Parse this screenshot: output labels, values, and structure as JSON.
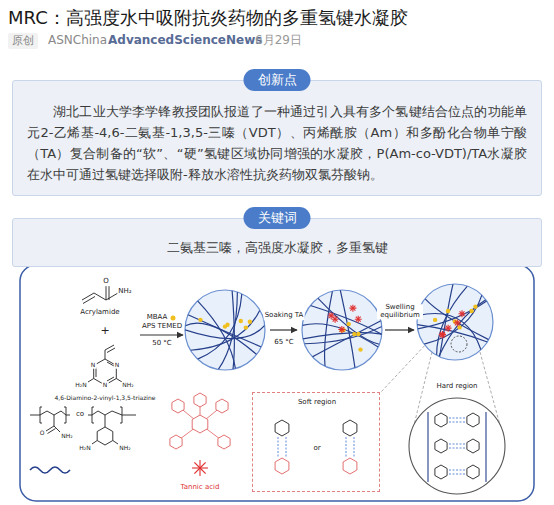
{
  "diagram": {
    "title": "MRC：高强度水中吸附抗炎药物的多重氢键水凝胶",
    "nodes": [
      {
        "text": [
          "原创"
        ]
      },
      {
        "text": [
          "湖北工业大学李学锋教授团队报道了一种通过引入具有多个氢键结合位点的功能单元2-乙烯基-4,6-二氨基-1,3,5-三嗪（VDT）、丙烯酰胺（Am）和多酚化合物单宁酸（TA）复合制备的“软”、“硬”氢键区域协同增强的水凝胶，P(Am-co-VDT)/TA水凝胶在水中可通过氢键选择吸附-释放水溶性抗炎药物双氯芬酸钠。"
        ]
      },
      {
        "text": [
          "创新点"
        ],
        "in": 1
      },
      {
        "text": [
          "二氨基三嗪，高强度水凝胶，多重氢键"
        ]
      },
      {
        "text": [
          "关键词"
        ],
        "in": 3
      },
      {
        "text": [
          "Soft region",
          "or"
        ]
      },
      {
        "text": [
          "Hard region"
        ]
      }
    ],
    "labels": [
      "ASNChina",
      "AdvancedScienceNews",
      "6月29日",
      "Acrylamide",
      "O",
      "NH₂",
      "+",
      "N",
      "N",
      "N",
      "NH₂",
      "H₂N",
      "4,6-Diamino-2-vinyl-1,3,5-triazine",
      "MBAA",
      "APS TEMED",
      "50 °C",
      "Soaking TA",
      "65 °C",
      "Swelling equilibrium",
      "co",
      "O",
      "NH₂",
      "NH₂",
      "H₂N",
      "Tannic acid"
    ]
  }
}
